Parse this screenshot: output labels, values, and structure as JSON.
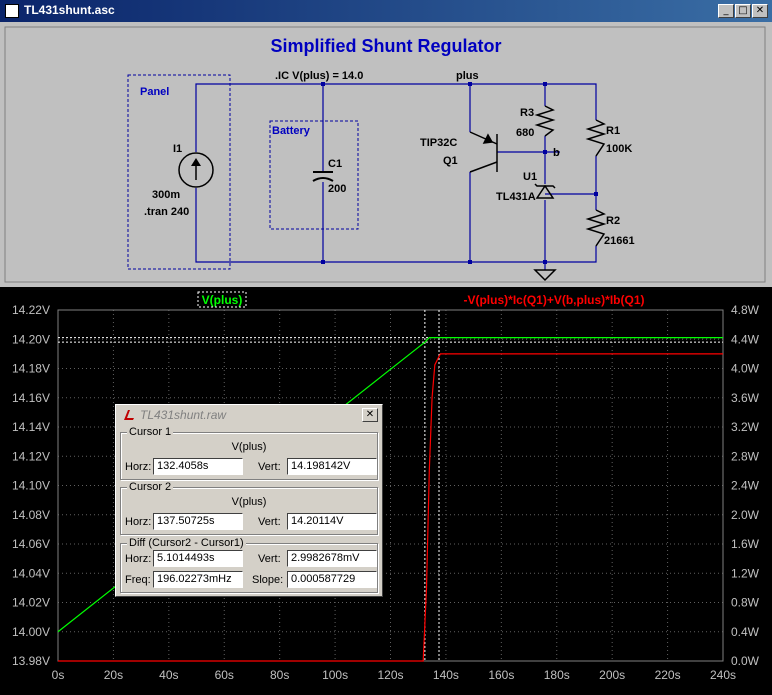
{
  "window": {
    "title": "TL431shunt.asc"
  },
  "schematic": {
    "title": "Simplified Shunt Regulator",
    "directive_ic": ".IC V(plus) = 14.0",
    "net_plus": "plus",
    "net_b": "b",
    "panel_label": "Panel",
    "battery_label": "Battery",
    "i1": {
      "ref": "I1",
      "value": "300m",
      "tran": ".tran 240"
    },
    "c1": {
      "ref": "C1",
      "value": "200"
    },
    "q1": {
      "ref": "Q1",
      "part": "TIP32C"
    },
    "r3": {
      "ref": "R3",
      "value": "680"
    },
    "r1": {
      "ref": "R1",
      "value": "100K"
    },
    "u1": {
      "ref": "U1",
      "part": "TL431A"
    },
    "r2": {
      "ref": "R2",
      "value": "21661"
    }
  },
  "plot": {
    "trace1_label": "V(plus)",
    "trace2_label": "-V(plus)*Ic(Q1)+V(b,plus)*Ib(Q1)",
    "trace1_color": "#00ff00",
    "trace2_color": "#ff0000",
    "left_ticks": [
      "14.22V",
      "14.20V",
      "14.18V",
      "14.16V",
      "14.14V",
      "14.12V",
      "14.10V",
      "14.08V",
      "14.06V",
      "14.04V",
      "14.02V",
      "14.00V",
      "13.98V"
    ],
    "right_ticks": [
      "4.8W",
      "4.4W",
      "4.0W",
      "3.6W",
      "3.2W",
      "2.8W",
      "2.4W",
      "2.0W",
      "1.6W",
      "1.2W",
      "0.8W",
      "0.4W",
      "0.0W"
    ],
    "x_ticks": [
      "0s",
      "20s",
      "40s",
      "60s",
      "80s",
      "100s",
      "120s",
      "140s",
      "160s",
      "180s",
      "200s",
      "220s",
      "240s"
    ]
  },
  "chart_data": {
    "type": "line",
    "x": [
      0,
      132.4,
      134,
      136,
      240
    ],
    "xlim": [
      0,
      240
    ],
    "ylim_left": [
      13.98,
      14.22
    ],
    "ylim_right": [
      0.0,
      4.8
    ],
    "series": [
      {
        "name": "V(plus)",
        "axis": "left",
        "x": [
          0,
          132.4,
          134,
          240
        ],
        "values": [
          14.0,
          14.198,
          14.2011,
          14.2011
        ]
      },
      {
        "name": "-V(plus)*Ic(Q1)+V(b,plus)*Ib(Q1)",
        "axis": "right",
        "x": [
          0,
          131.8,
          133,
          134,
          135,
          136,
          138,
          240
        ],
        "values": [
          0.0,
          0.0,
          1.0,
          2.6,
          3.6,
          4.05,
          4.2,
          4.2
        ]
      }
    ],
    "cursors": [
      132.4058,
      137.50725
    ],
    "grid": true
  },
  "cursor_dialog": {
    "title": "TL431shunt.raw",
    "cursor1": {
      "label": "Cursor 1",
      "signal": "V(plus)",
      "horz_label": "Horz:",
      "horz": "132.4058s",
      "vert_label": "Vert:",
      "vert": "14.198142V"
    },
    "cursor2": {
      "label": "Cursor 2",
      "signal": "V(plus)",
      "horz_label": "Horz:",
      "horz": "137.50725s",
      "vert_label": "Vert:",
      "vert": "14.20114V"
    },
    "diff": {
      "label": "Diff (Cursor2 - Cursor1)",
      "horz_label": "Horz:",
      "horz": "5.1014493s",
      "vert_label": "Vert:",
      "vert": "2.9982678mV",
      "freq_label": "Freq:",
      "freq": "196.02273mHz",
      "slope_label": "Slope:",
      "slope": "0.000587729"
    }
  }
}
